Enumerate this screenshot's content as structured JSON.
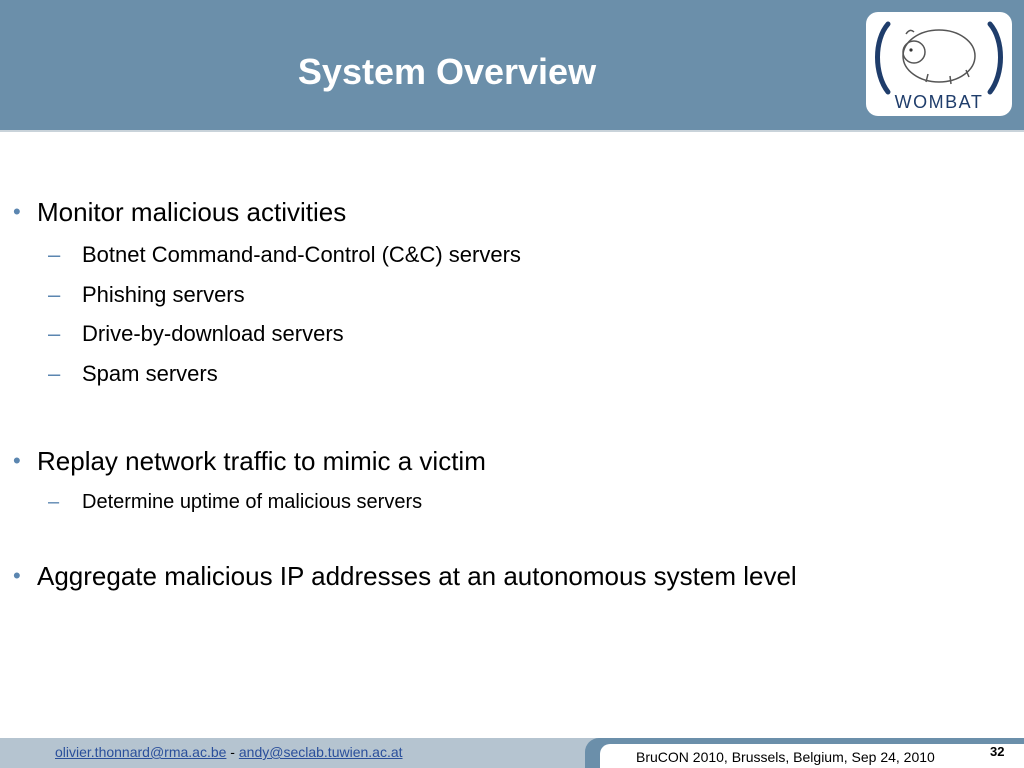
{
  "slide": {
    "title": "System Overview",
    "logo_text": "WOMBAT",
    "bullets": [
      {
        "text": "Monitor malicious activities",
        "subs": [
          "Botnet Command-and-Control (C&C) servers",
          "Phishing servers",
          "Drive-by-download servers",
          "Spam servers"
        ]
      },
      {
        "text": "Replay network traffic to mimic a victim",
        "subs": [
          "Determine uptime of malicious servers"
        ]
      },
      {
        "text": "Aggregate malicious IP addresses at an autonomous system level",
        "subs": []
      }
    ],
    "bullet_marker": "•",
    "sub_marker": "–"
  },
  "footer": {
    "email1": "olivier.thonnard@rma.ac.be",
    "separator": " - ",
    "email2": "andy@seclab.tuwien.ac.at",
    "event": "BruCON 2010, Brussels, Belgium,  Sep 24, 2010",
    "page_number": "32"
  },
  "colors": {
    "header": "#6b8faa",
    "accent": "#5b86b0",
    "link": "#2a4f9b"
  }
}
